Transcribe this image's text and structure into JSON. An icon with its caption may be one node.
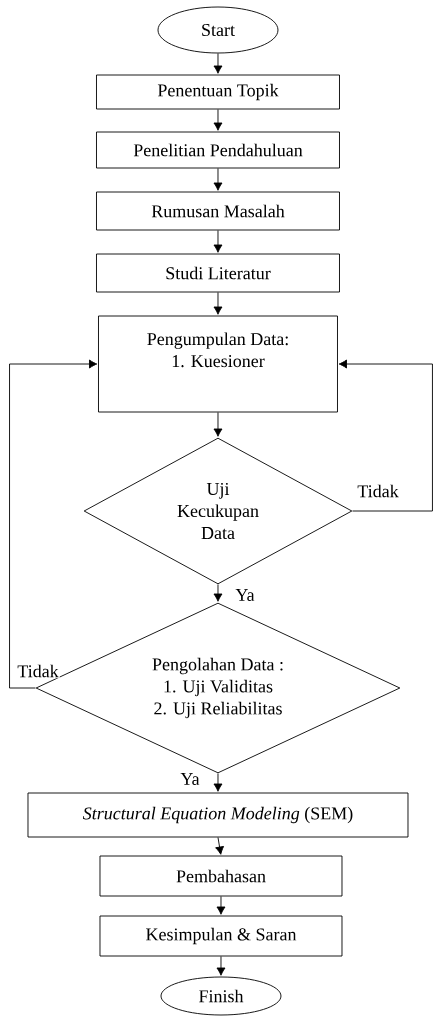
{
  "diagram": {
    "nodes": [
      {
        "text": [
          "Start"
        ]
      },
      {
        "text": [
          "Penentuan Topik"
        ]
      },
      {
        "text": [
          "Penelitian Pendahuluan"
        ]
      },
      {
        "text": [
          "Rumusan Masalah"
        ]
      },
      {
        "text": [
          "Studi Literatur"
        ]
      },
      {
        "text": [
          "Pengumpulan Data:",
          "1.  Kuesioner"
        ]
      },
      {
        "text": [
          "Uji Kecukupan Data"
        ]
      },
      {
        "text": [
          "Pengolahan Data :",
          "1. Uji Validitas",
          "2. Uji Reliabilitas"
        ]
      },
      {
        "text": [
          "*Structural Equation Modeling* (SEM)"
        ]
      },
      {
        "text": [
          "Pembahasan"
        ]
      },
      {
        "text": [
          "Kesimpulan & Saran"
        ]
      },
      {
        "text": [
          "Finish"
        ]
      }
    ],
    "edges": [
      {
        "from": 0,
        "to": 1,
        "arrow": "to"
      },
      {
        "from": 1,
        "to": 2,
        "arrow": "to"
      },
      {
        "from": 2,
        "to": 3,
        "arrow": "to"
      },
      {
        "from": 3,
        "to": 4,
        "arrow": "to"
      },
      {
        "from": 4,
        "to": 5,
        "arrow": "to"
      },
      {
        "from": 5,
        "to": 6,
        "arrow": "to"
      },
      {
        "from": 6,
        "to": 7,
        "arrow": "to",
        "label": "Ya"
      },
      {
        "from": 6,
        "to": 5,
        "arrow": "to",
        "label": "Tidak"
      },
      {
        "from": 7,
        "to": 5,
        "arrow": "to",
        "label": "Tidak"
      },
      {
        "from": 7,
        "to": 8,
        "arrow": "to",
        "label": "Ya"
      },
      {
        "from": 8,
        "to": 9,
        "arrow": "to"
      },
      {
        "from": 9,
        "to": 10,
        "arrow": "to"
      },
      {
        "from": 10,
        "to": 11,
        "arrow": "to"
      }
    ]
  }
}
